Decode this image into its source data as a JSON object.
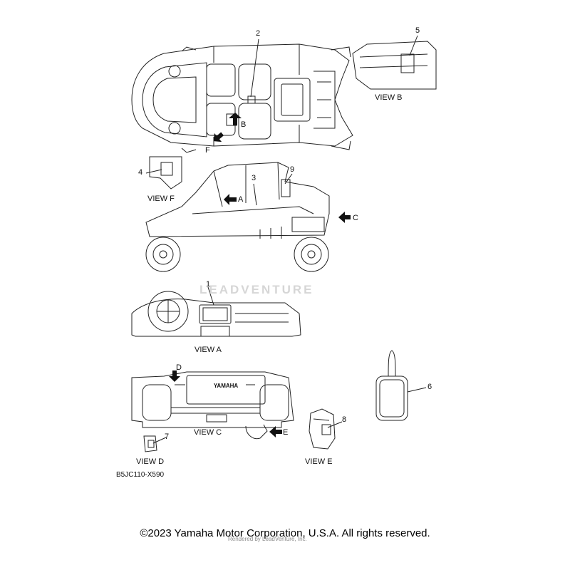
{
  "callouts": [
    "1",
    "2",
    "3",
    "4",
    "5",
    "6",
    "7",
    "8",
    "9"
  ],
  "arrows": {
    "a": "A",
    "b": "B",
    "c": "C",
    "d": "D",
    "e": "E",
    "f": "F"
  },
  "views": {
    "a": "VIEW A",
    "b": "VIEW B",
    "c": "VIEW C",
    "d": "VIEW D",
    "e": "VIEW E",
    "f": "VIEW F"
  },
  "part_code": "B5JC110-X590",
  "watermark": "LEADVENTURE",
  "rendered_note": "Rendered by LeadVenture, Inc.",
  "copyright": "©2023 Yamaha Motor Corporation, U.S.A. All rights reserved.",
  "badge_text": "YAMAHA"
}
